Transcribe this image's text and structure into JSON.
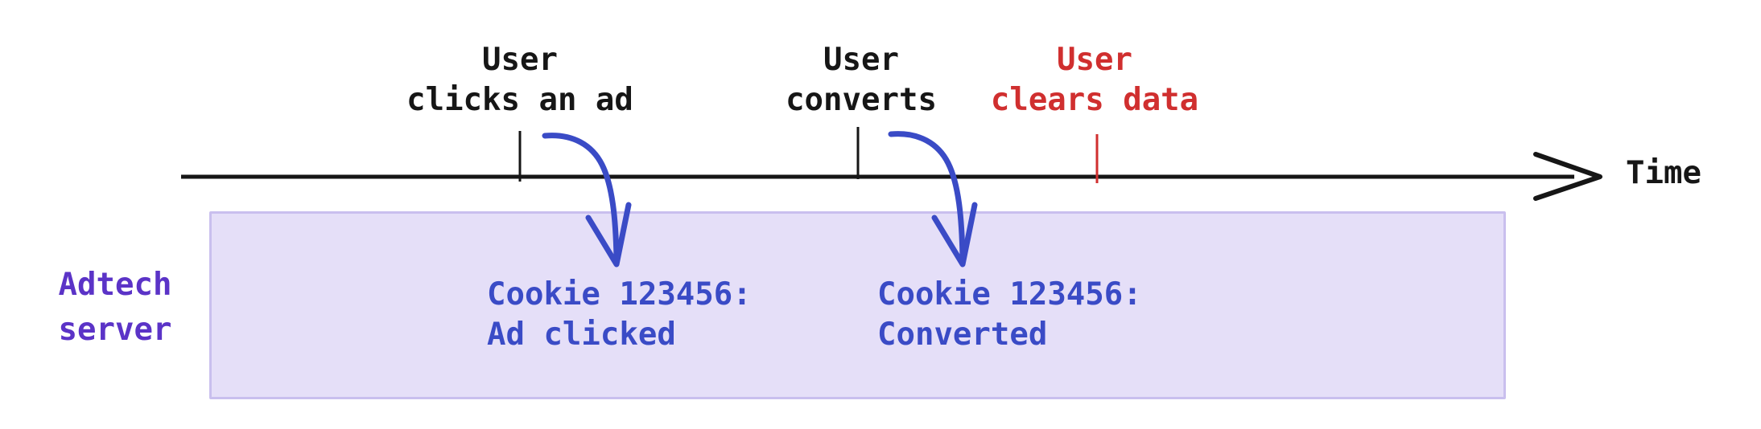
{
  "timeline": {
    "axis_label": "Time",
    "events": [
      {
        "id": "click",
        "line1": "User",
        "line2": "clicks an ad"
      },
      {
        "id": "convert",
        "line1": "User",
        "line2": "converts"
      },
      {
        "id": "clear",
        "line1": "User",
        "line2": "clears data"
      }
    ]
  },
  "adtech_server": {
    "label_line1": "Adtech",
    "label_line2": "server",
    "records": [
      {
        "line1": "Cookie 123456:",
        "line2": "Ad clicked"
      },
      {
        "line1": "Cookie 123456:",
        "line2": "Converted"
      }
    ]
  },
  "colors": {
    "event_text": "#161616",
    "cleared_event_text": "#d02f2f",
    "timeline_stroke": "#161616",
    "cleared_tick_stroke": "#d02f2f",
    "cookie_arrow_and_text": "#3a4bc6",
    "server_label_text": "#5b33c7",
    "server_box_fill": "#e5dff8",
    "server_box_border": "#c9bfee"
  }
}
